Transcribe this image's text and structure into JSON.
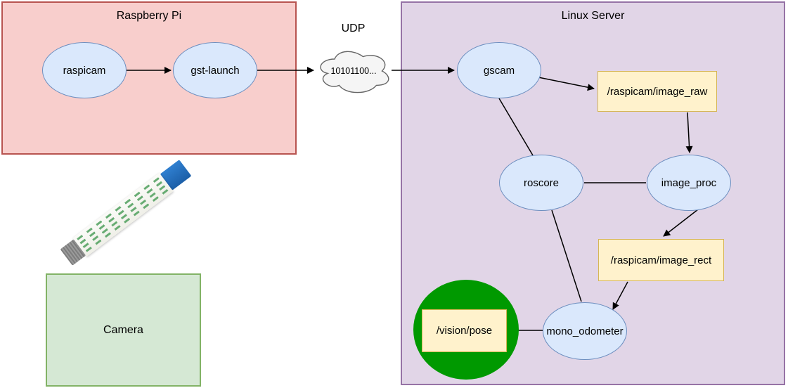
{
  "groups": {
    "raspberry_pi": {
      "title": "Raspberry Pi"
    },
    "linux_server": {
      "title": "Linux Server"
    },
    "camera": {
      "label": "Camera"
    }
  },
  "network": {
    "label": "UDP",
    "packet_text": "10101100..."
  },
  "nodes": {
    "raspicam": {
      "label": "raspicam"
    },
    "gst_launch": {
      "label": "gst-launch"
    },
    "gscam": {
      "label": "gscam"
    },
    "roscore": {
      "label": "roscore"
    },
    "image_proc": {
      "label": "image_proc"
    },
    "mono_odometer": {
      "label": "mono_odometer"
    }
  },
  "topics": {
    "image_raw": {
      "label": "/raspicam/image_raw"
    },
    "image_rect": {
      "label": "/raspicam/image_rect"
    },
    "vision_pose": {
      "label": "/vision/pose"
    }
  },
  "edges": [
    {
      "from": "raspicam",
      "to": "gst-launch",
      "arrow": true
    },
    {
      "from": "gst-launch",
      "to": "udp-cloud",
      "arrow": true
    },
    {
      "from": "udp-cloud",
      "to": "gscam",
      "arrow": true
    },
    {
      "from": "gscam",
      "to": "/raspicam/image_raw",
      "arrow": true
    },
    {
      "from": "/raspicam/image_raw",
      "to": "image_proc",
      "arrow": true
    },
    {
      "from": "gscam",
      "to": "roscore",
      "arrow": false
    },
    {
      "from": "roscore",
      "to": "image_proc",
      "arrow": false
    },
    {
      "from": "image_proc",
      "to": "/raspicam/image_rect",
      "arrow": true
    },
    {
      "from": "/raspicam/image_rect",
      "to": "mono_odometer",
      "arrow": true
    },
    {
      "from": "roscore",
      "to": "mono_odometer",
      "arrow": false
    },
    {
      "from": "mono_odometer",
      "to": "/vision/pose",
      "arrow": true
    }
  ],
  "colors": {
    "raspberry_pi_fill": "#f8cecc",
    "raspberry_pi_border": "#b85450",
    "linux_server_fill": "#e1d5e7",
    "linux_server_border": "#9673a6",
    "node_fill": "#dae8fc",
    "node_border": "#6c8ebf",
    "topic_fill": "#fff2cc",
    "topic_border": "#d6b656",
    "camera_fill": "#d5e8d4",
    "camera_border": "#82b366",
    "cloud_fill": "#f5f5f5",
    "cloud_border": "#666666",
    "pose_circle_fill": "#009900",
    "edge_color": "#000000"
  }
}
